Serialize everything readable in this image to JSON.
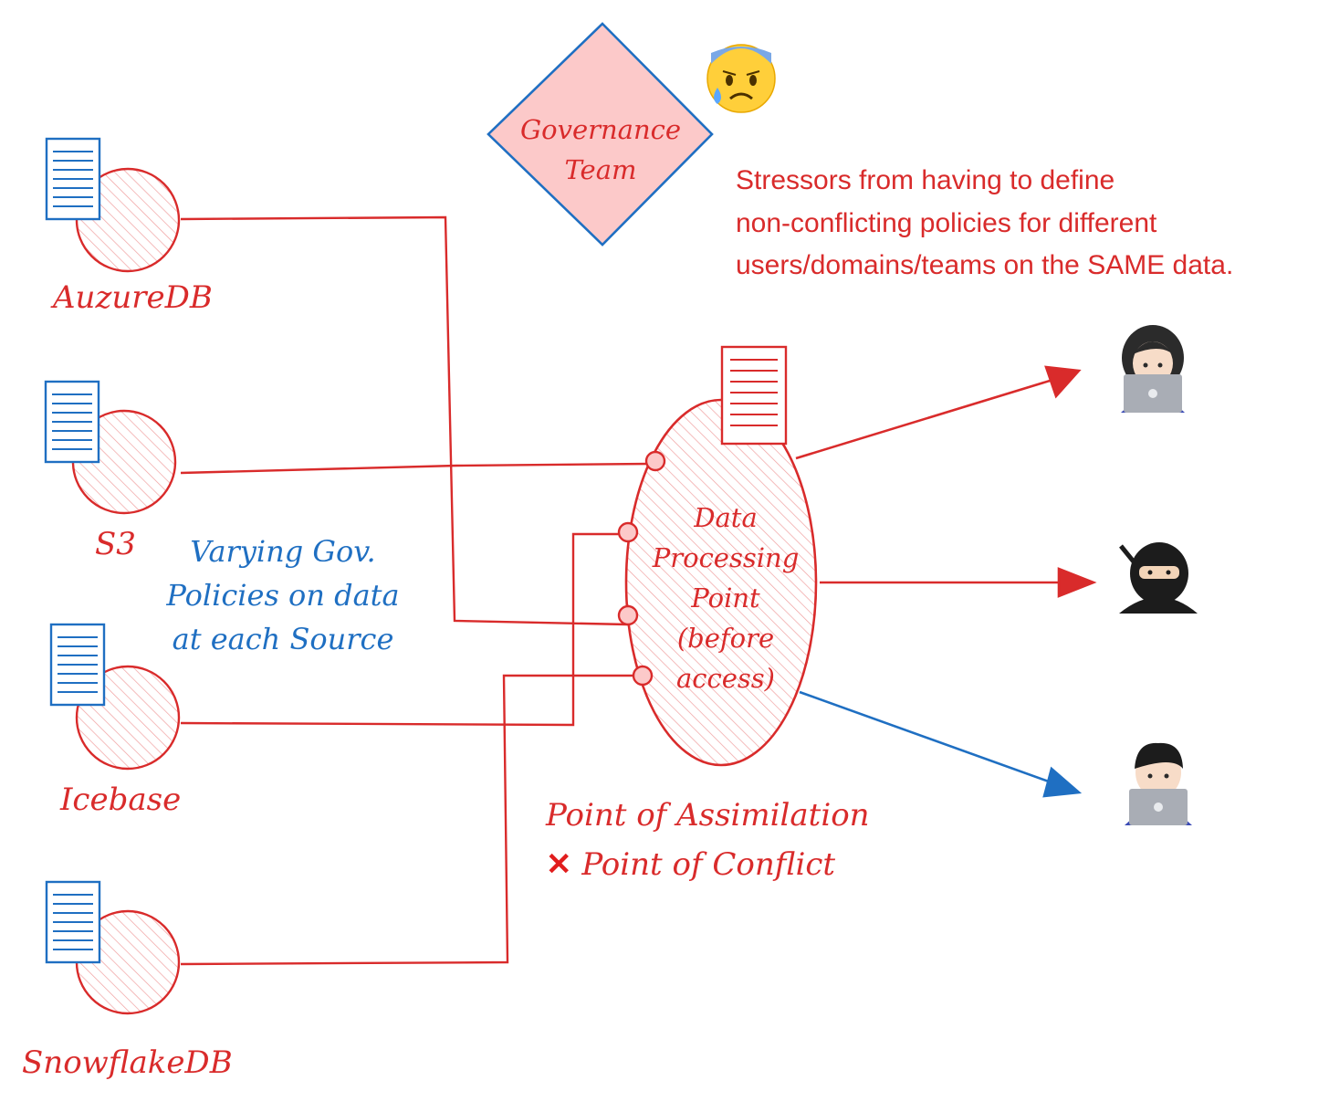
{
  "colors": {
    "red": "#d92b2b",
    "blue": "#1f6fc2",
    "fill": "#fcc9c9"
  },
  "governance": {
    "line1": "Governance",
    "line2": "Team",
    "emoji": "anxious-sweat-face"
  },
  "stressors": {
    "line1": "Stressors from having to define",
    "line2": "non-conflicting policies for different",
    "line3": "users/domains/teams on the SAME data."
  },
  "sources": [
    {
      "label": "AuzureDB"
    },
    {
      "label": "S3"
    },
    {
      "label": "Icebase"
    },
    {
      "label": "SnowflakeDB"
    }
  ],
  "varying": {
    "line1": "Varying Gov.",
    "line2": "Policies on data",
    "line3": "at each Source"
  },
  "processing": {
    "line1": "Data",
    "line2": "Processing",
    "line3": "Point",
    "line4": "(before",
    "line5": "access)"
  },
  "assimilation": {
    "line1": "Point of Assimilation",
    "line2": "Point of Conflict",
    "mark": "✕"
  },
  "consumers": [
    {
      "name": "woman-technologist"
    },
    {
      "name": "ninja"
    },
    {
      "name": "man-technologist"
    }
  ]
}
